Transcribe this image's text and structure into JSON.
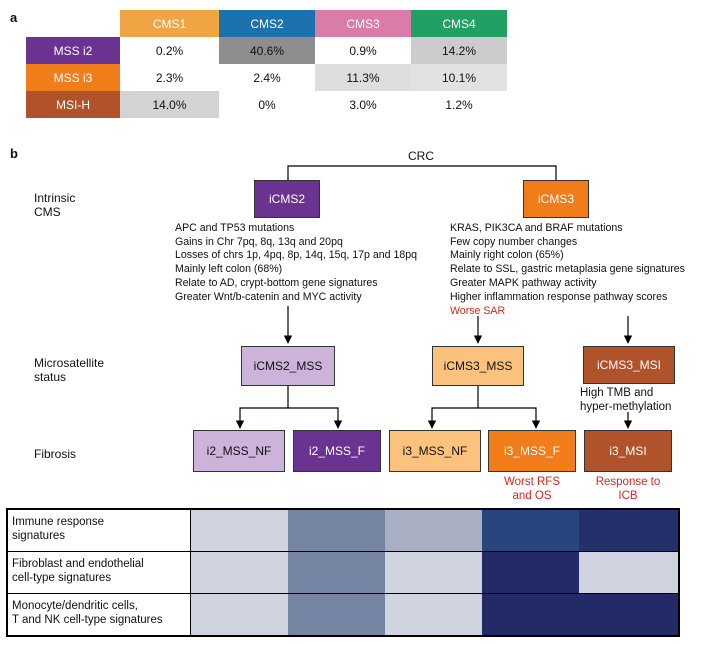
{
  "panel_a": {
    "label": "a",
    "columns": [
      {
        "label": "CMS1",
        "color": "#f0a545"
      },
      {
        "label": "CMS2",
        "color": "#1b72ad"
      },
      {
        "label": "CMS3",
        "color": "#d97caa"
      },
      {
        "label": "CMS4",
        "color": "#21a064"
      }
    ],
    "rows": [
      {
        "label": "MSS i2",
        "color": "#6b3391",
        "values": [
          "0.2%",
          "40.6%",
          "0.9%",
          "14.2%"
        ],
        "shades": [
          "#ffffff",
          "#8e8e8e",
          "#ffffff",
          "#cccccc"
        ]
      },
      {
        "label": "MSS i3",
        "color": "#f07c1a",
        "values": [
          "2.3%",
          "2.4%",
          "11.3%",
          "10.1%"
        ],
        "shades": [
          "#ffffff",
          "#ffffff",
          "#dedede",
          "#e2e2e2"
        ]
      },
      {
        "label": "MSI-H",
        "color": "#b0522a",
        "values": [
          "14.0%",
          "0%",
          "3.0%",
          "1.2%"
        ],
        "shades": [
          "#d3d3d3",
          "#ffffff",
          "#ffffff",
          "#ffffff"
        ]
      }
    ]
  },
  "panel_b": {
    "label": "b",
    "root": "CRC",
    "levels": {
      "intrinsic": {
        "line1": "Intrinsic",
        "line2": "CMS"
      },
      "microsatellite": {
        "line1": "Microsatellite",
        "line2": "status"
      },
      "fibrosis": {
        "line1": "Fibrosis"
      }
    },
    "nodes": {
      "icms2": {
        "label": "iCMS2",
        "color": "#6b3391"
      },
      "icms3": {
        "label": "iCMS3",
        "color": "#f07c1a"
      },
      "icms2_mss": {
        "label": "iCMS2_MSS",
        "color": "#cbb3d9"
      },
      "icms3_mss": {
        "label": "iCMS3_MSS",
        "color": "#fbc27e"
      },
      "icms3_msi": {
        "label": "iCMS3_MSI",
        "color": "#b0522a"
      },
      "i2_mss_nf": {
        "label": "i2_MSS_NF",
        "color": "#cbb3d9"
      },
      "i2_mss_f": {
        "label": "i2_MSS_F",
        "color": "#6b3391"
      },
      "i3_mss_nf": {
        "label": "i3_MSS_NF",
        "color": "#fbc27e"
      },
      "i3_mss_f": {
        "label": "i3_MSS_F",
        "color": "#f07c1a"
      },
      "i3_msi": {
        "label": "i3_MSI",
        "color": "#b0522a"
      }
    },
    "icms2_features": [
      "APC and TP53 mutations",
      "Gains in Chr 7pq, 8q, 13q and 20pq",
      "Losses of chrs 1p, 4pq, 8p, 14q, 15q, 17p and 18pq",
      "Mainly left colon (68%)",
      "Relate to AD, crypt-bottom gene signatures",
      "Greater Wnt/b-catenin and MYC activity"
    ],
    "icms3_features": [
      "KRAS, PIK3CA and BRAF mutations",
      "Few copy number changes",
      "Mainly right colon (65%)",
      "Relate to SSL, gastric metaplasia gene signatures",
      "Greater MAPK pathway activity",
      "Higher inflammation response pathway scores"
    ],
    "icms3_outcome": "Worse SAR",
    "msi_note": {
      "line1": "High TMB and",
      "line2": "hyper-methylation"
    },
    "i3_mss_f_note": {
      "line1": "Worst RFS",
      "line2": "and OS"
    },
    "i3_msi_note": {
      "line1": "Response to",
      "line2": "ICB"
    },
    "heatmap": {
      "rows": [
        {
          "line1": "Immune response",
          "line2": "signatures",
          "colors": [
            "#cfd3df",
            "#7684a3",
            "#a9afc3",
            "#28457e",
            "#23306a"
          ]
        },
        {
          "line1": "Fibroblast and endothelial",
          "line2": "cell-type signatures",
          "colors": [
            "#cfd3df",
            "#7684a3",
            "#d0d4e0",
            "#232b66",
            "#cfd3df"
          ]
        },
        {
          "line1": "Monocyte/dendritic cells,",
          "line2": "T and NK cell-type signatures",
          "colors": [
            "#cfd3df",
            "#7684a3",
            "#d0d4e0",
            "#232b66",
            "#232b66"
          ]
        }
      ]
    }
  }
}
